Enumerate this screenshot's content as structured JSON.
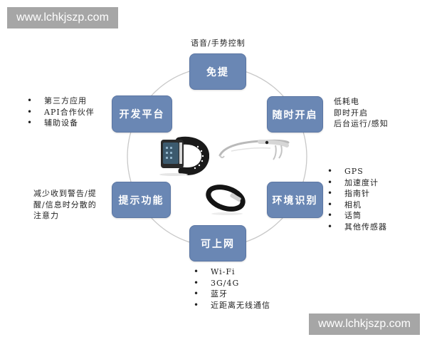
{
  "watermarks": {
    "top": "www.lchkjszp.com",
    "bottom": "www.lchkjszp.com"
  },
  "colors": {
    "node_fill": "#6a87b4",
    "node_text": "#ffffff",
    "ring": "#c8c8c8",
    "watermark_bg": "#a6a6a6"
  },
  "diagram": {
    "center_devices": [
      "smartwatch",
      "smart-glasses",
      "fitness-band"
    ],
    "nodes": {
      "top": {
        "title": "免提",
        "caption": "语音/手势控制"
      },
      "left_top": {
        "title": "开发平台",
        "bullets": [
          "第三方应用",
          "API合作伙伴",
          "辅助设备"
        ]
      },
      "right_top": {
        "title": "随时开启",
        "lines": [
          "低耗电",
          "即时开启",
          "后台运行/感知"
        ]
      },
      "left_bottom": {
        "title": "提示功能",
        "lines": [
          "减少收到警告/提",
          "醒/信息时分散的",
          "注意力"
        ]
      },
      "right_bottom": {
        "title": "环境识别",
        "bullets": [
          "GPS",
          "加速度计",
          "指南针",
          "相机",
          "话筒",
          "其他传感器"
        ]
      },
      "bottom": {
        "title": "可上网",
        "bullets": [
          "Wi-Fi",
          "3G/4G",
          "蓝牙",
          "近距离无线通信"
        ]
      }
    }
  }
}
